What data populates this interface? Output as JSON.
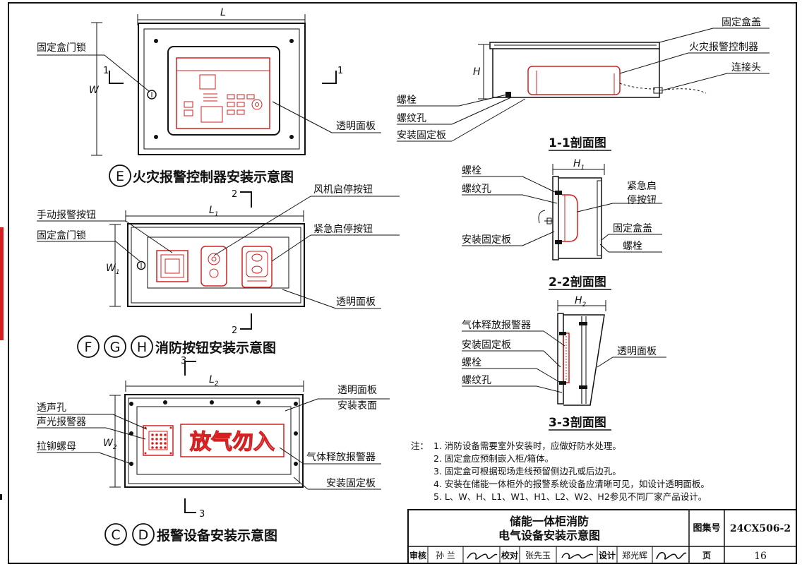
{
  "panel_e": {
    "title": "火灾报警控制器安装示意图",
    "badge": "E",
    "dim_l": "L",
    "dim_w": "W",
    "labels": {
      "lock": "固定盒门锁",
      "panel": "透明面板"
    },
    "section_mark": "1"
  },
  "panel_fgh": {
    "title": "消防按钮安装示意图",
    "badges": [
      "F",
      "G",
      "H"
    ],
    "dim_l": "L",
    "dim_l_sub": "1",
    "dim_w": "W",
    "dim_w_sub": "1",
    "labels": {
      "manual_button": "手动报警按钮",
      "lock": "固定盒门锁",
      "fan_button": "风机启停按钮",
      "emergency_button": "紧急启停按钮",
      "panel": "透明面板"
    },
    "section_mark": "2"
  },
  "panel_cd": {
    "title": "报警设备安装示意图",
    "badges": [
      "C",
      "D"
    ],
    "dim_l": "L",
    "dim_l_sub": "2",
    "dim_w": "W",
    "dim_w_sub": "2",
    "sign_text": "放气勿入",
    "labels": {
      "sound_hole": "透声孔",
      "alarm": "声光报警器",
      "rivet_nut": "拉铆螺母",
      "panel_line1": "透明面板",
      "panel_line2": "安装表面",
      "gas_alarm": "气体释放报警器",
      "mount_plate": "安装固定板"
    },
    "section_mark": "3"
  },
  "section_1": {
    "title": "1-1剖面图",
    "dim_h": "H",
    "labels": {
      "cover": "固定盒盖",
      "controller": "火灾报警控制器",
      "connector": "连接头",
      "bolt": "螺栓",
      "thread_hole": "螺纹孔",
      "mount_plate": "安装固定板"
    }
  },
  "section_2": {
    "title": "2-2剖面图",
    "dim_h": "H",
    "dim_h_sub": "1",
    "labels": {
      "bolt": "螺栓",
      "thread_hole": "螺纹孔",
      "emergency_line1": "紧急启",
      "emergency_line2": "停按钮",
      "cover": "固定盒盖",
      "mount_plate": "安装固定板",
      "bolt2": "螺栓"
    }
  },
  "section_3": {
    "title": "3-3剖面图",
    "dim_h": "H",
    "dim_h_sub": "2",
    "labels": {
      "gas_alarm": "气体释放报警器",
      "mount_plate": "安装固定板",
      "bolt": "螺栓",
      "thread_hole": "螺纹孔",
      "panel": "透明面板"
    }
  },
  "notes": {
    "prefix": "注：",
    "items": [
      "1. 消防设备需要室外安装时，应做好防水处理。",
      "2. 固定盒应预制嵌入柜/箱体。",
      "3. 固定盒可根据现场走线预留侧边孔或后边孔。",
      "4. 安装在储能一体柜外的报警系统设备应清晰可见，如设计透明面板。",
      "5. L、W、H、L1、W1、H1、L2、W2、H2参见不同厂家产品设计。"
    ]
  },
  "title_block": {
    "title_line1": "储能一体柜消防",
    "title_line2": "电气设备安装示意图",
    "atlas_label": "图集号",
    "atlas_no": "24CX506-2",
    "review_label": "审核",
    "reviewer": "孙 兰",
    "check_label": "校对",
    "checker": "张先玉",
    "design_label": "设计",
    "designer": "郑光辉",
    "page_label": "页",
    "page_no": "16"
  },
  "colors": {
    "line": "#111111",
    "accent": "#d42020"
  }
}
